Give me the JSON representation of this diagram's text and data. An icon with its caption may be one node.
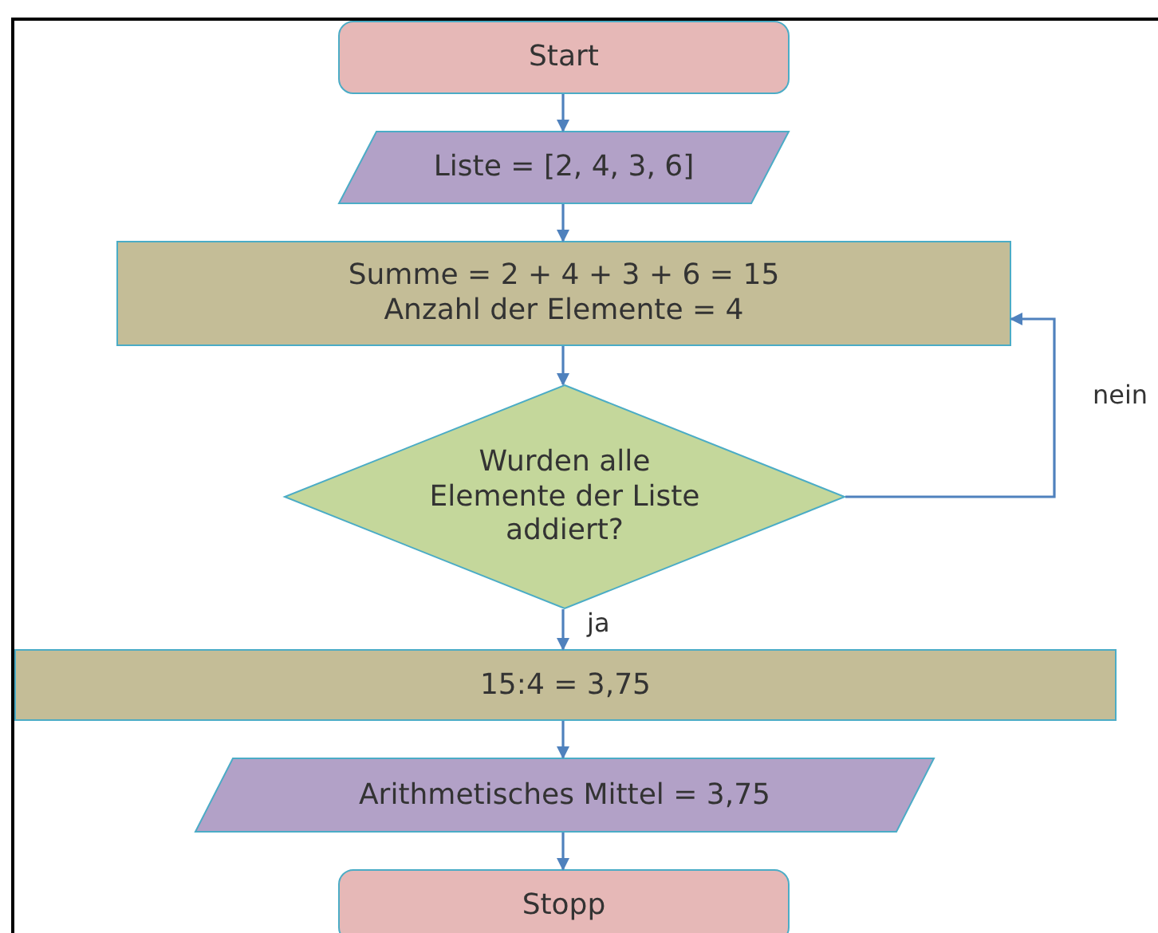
{
  "diagram": {
    "nodes": [
      {
        "text": [
          "Start"
        ]
      },
      {
        "text": [
          "Liste = [2, 4, 3, 6]"
        ]
      },
      {
        "text": [
          "Summe = 2 + 4 + 3 + 6 = 15",
          "Anzahl der Elemente = 4"
        ]
      },
      {
        "text": [
          "Wurden alle Elemente der Liste addiert?"
        ]
      },
      {
        "text": [
          "15:4 = 3,75"
        ]
      },
      {
        "text": [
          "Arithmetisches Mittel = 3,75"
        ]
      },
      {
        "text": [
          "Stopp"
        ]
      }
    ],
    "edges": [
      {
        "from": 0,
        "to": 1,
        "arrow": "to"
      },
      {
        "from": 1,
        "to": 2,
        "arrow": "to"
      },
      {
        "from": 2,
        "to": 3,
        "arrow": "to"
      },
      {
        "from": 3,
        "to": 2,
        "arrow": "to",
        "label": "nein"
      },
      {
        "from": 3,
        "to": 4,
        "arrow": "to",
        "label": "ja"
      },
      {
        "from": 4,
        "to": 5,
        "arrow": "to"
      },
      {
        "from": 5,
        "to": 6,
        "arrow": "to"
      }
    ]
  }
}
